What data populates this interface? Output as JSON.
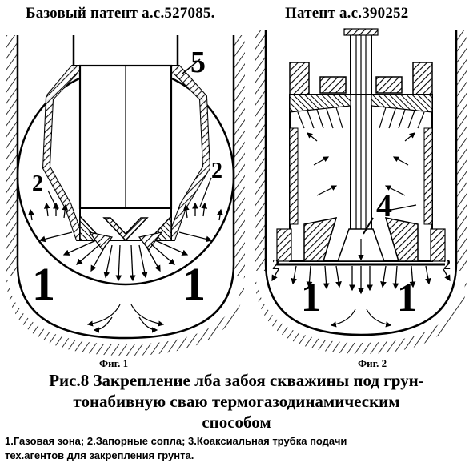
{
  "header": {
    "left": "Базовый патент а.с.527085.",
    "right": "Патент а.с.390252"
  },
  "figures": {
    "fig1": {
      "caption": "Фиг. 1",
      "labels": {
        "top_right": "5",
        "right": "2",
        "left": "2",
        "bottom_left": "1",
        "bottom_right": "1"
      }
    },
    "fig2": {
      "caption": "Фиг. 2",
      "labels": {
        "center": "4",
        "left_edge": "2",
        "right_edge": "2",
        "bottom_left": "1",
        "bottom_right": "1"
      }
    }
  },
  "caption": {
    "prefix": "Рис.",
    "number": "8",
    "line1": "Закрепление лба забоя скважины под грун-",
    "line2": "тонабивную сваю термогазодинамическим",
    "line3": "способом"
  },
  "legend": {
    "line1": "1.Газовая зона; 2.Запорные сопла; 3.Коаксиальная трубка подачи",
    "line2": "тех.агентов для закрепления грунта."
  }
}
